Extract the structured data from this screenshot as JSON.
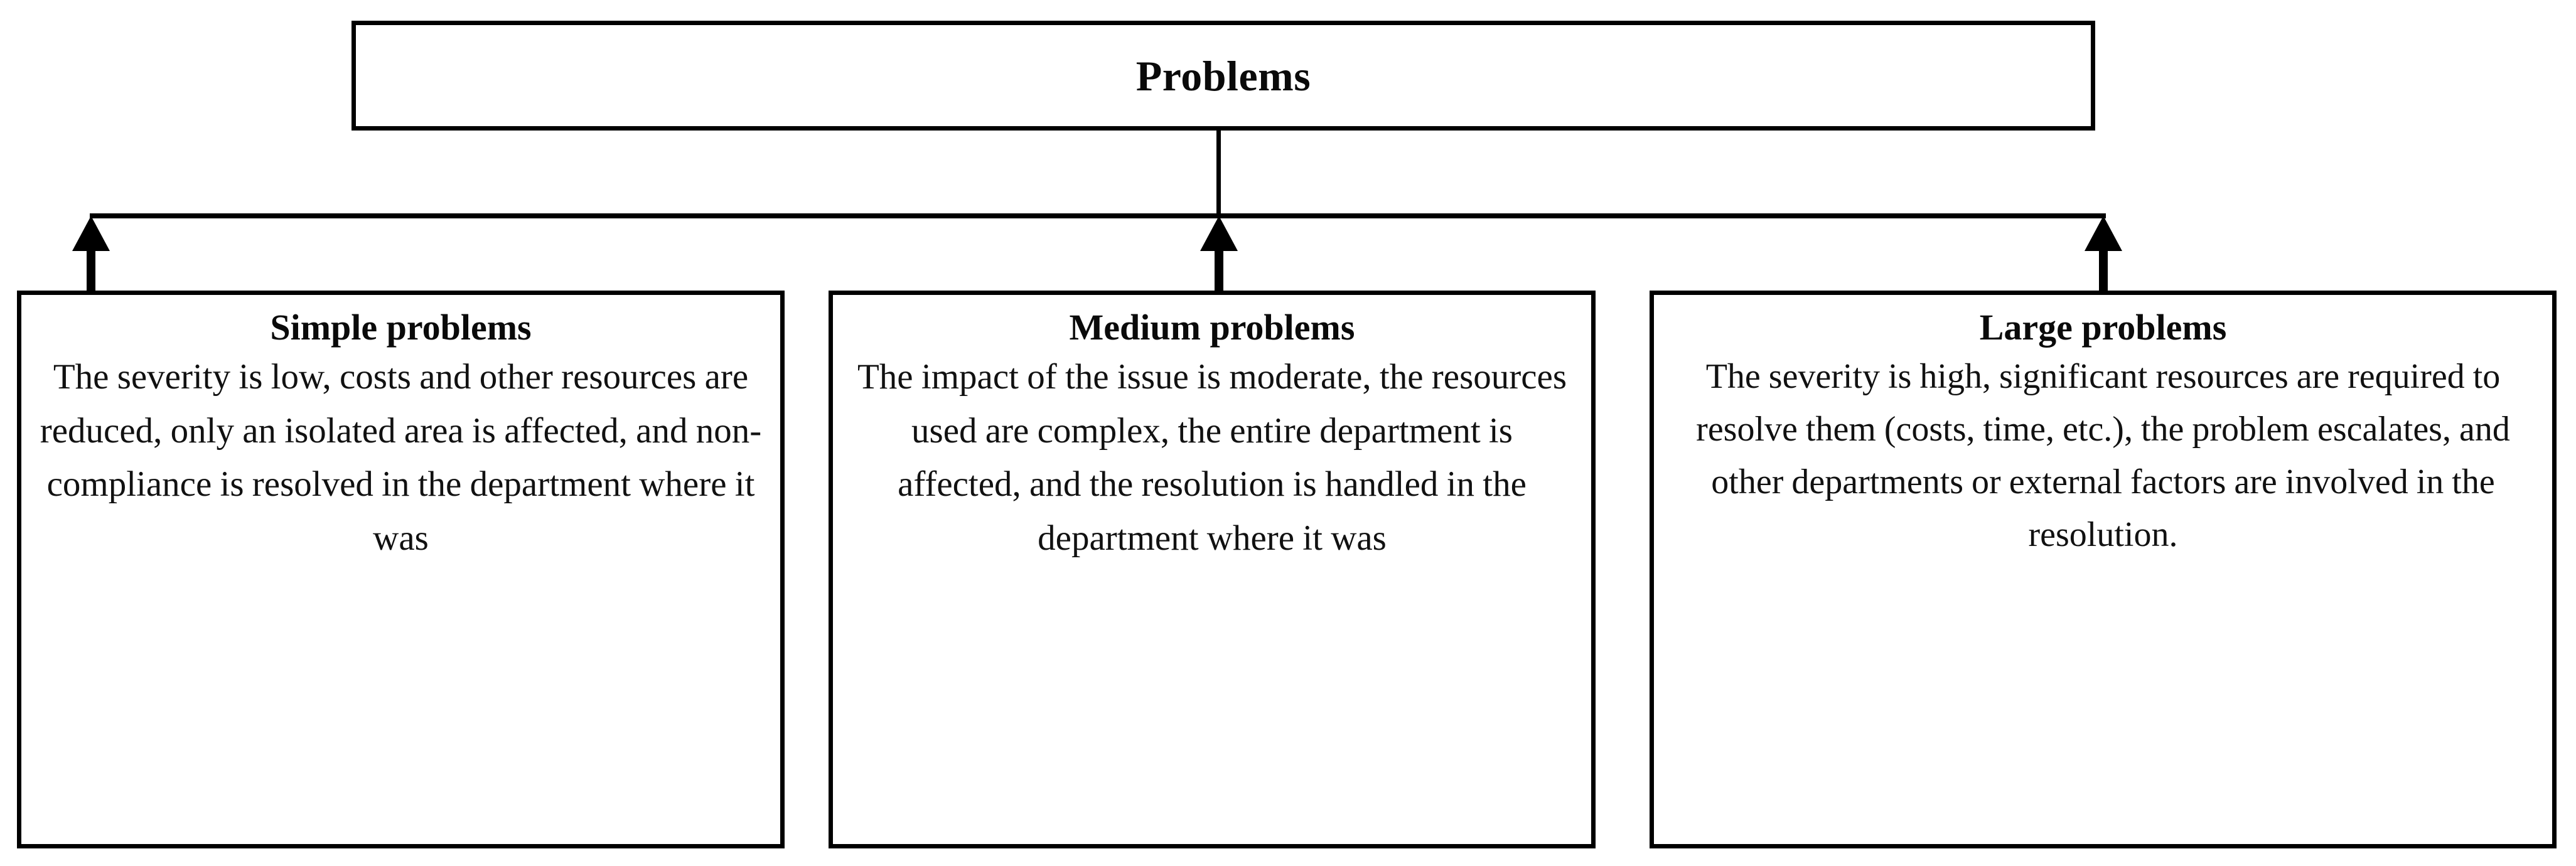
{
  "diagram": {
    "type": "tree-diagram",
    "orientation": "top-down",
    "root": {
      "title": "Problems"
    },
    "nodes": [
      {
        "id": "simple",
        "heading": "Simple problems",
        "body": "The severity is low, costs and other resources are reduced, only an isolated area is affected, and non-compliance is resolved in the department where it was"
      },
      {
        "id": "medium",
        "heading": "Medium problems",
        "body": "The impact of the issue is moderate, the resources used are complex, the entire department is affected, and the resolution is handled in the department where it was"
      },
      {
        "id": "large",
        "heading": "Large problems",
        "body": "The severity is high, significant resources are required to resolve them (costs, time, etc.), the problem escalates, and other departments or external factors are involved in the resolution."
      }
    ],
    "connectors": [
      {
        "from": "root",
        "to": "simple",
        "style": "arrow-up"
      },
      {
        "from": "root",
        "to": "medium",
        "style": "arrow-up"
      },
      {
        "from": "root",
        "to": "large",
        "style": "arrow-up"
      }
    ],
    "colors": {
      "background": "#ffffff",
      "stroke": "#000000",
      "text": "#0a0a0a"
    }
  }
}
